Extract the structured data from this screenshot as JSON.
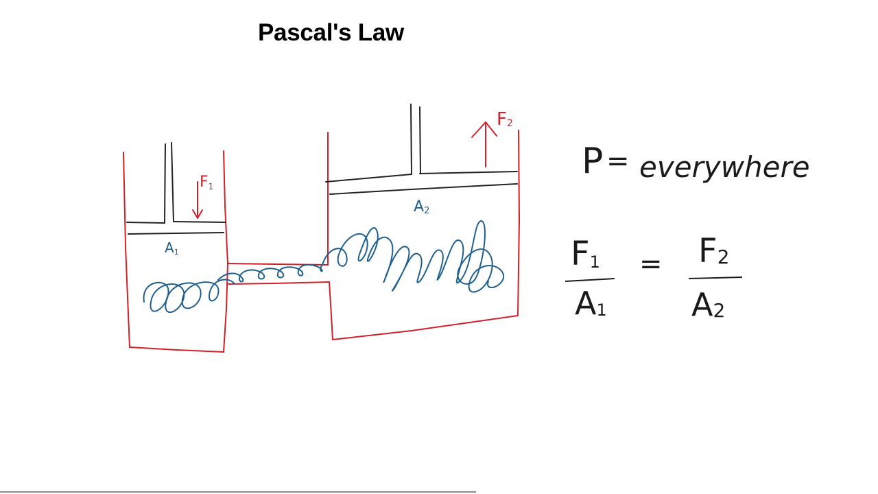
{
  "slide": {
    "title": "Pascal's Law"
  },
  "diagram": {
    "labels": {
      "force_small": "F",
      "force_small_sub": "1",
      "force_large": "F",
      "force_large_sub": "2",
      "area_small": "A",
      "area_small_sub": "1",
      "area_large": "A",
      "area_large_sub": "2"
    },
    "equation_pressure": {
      "symbol": "P",
      "equals": "=",
      "text": "everywhere"
    },
    "equation_ratio": {
      "left_numerator": "F",
      "left_numerator_sub": "1",
      "left_denominator": "A",
      "left_denominator_sub": "1",
      "equals": "=",
      "right_numerator": "F",
      "right_numerator_sub": "2",
      "right_denominator": "A",
      "right_denominator_sub": "2"
    },
    "colors": {
      "container": "#d0202a",
      "fluid": "#1f5f8f",
      "piston": "#222222",
      "ink": "#1a1a1a"
    }
  }
}
